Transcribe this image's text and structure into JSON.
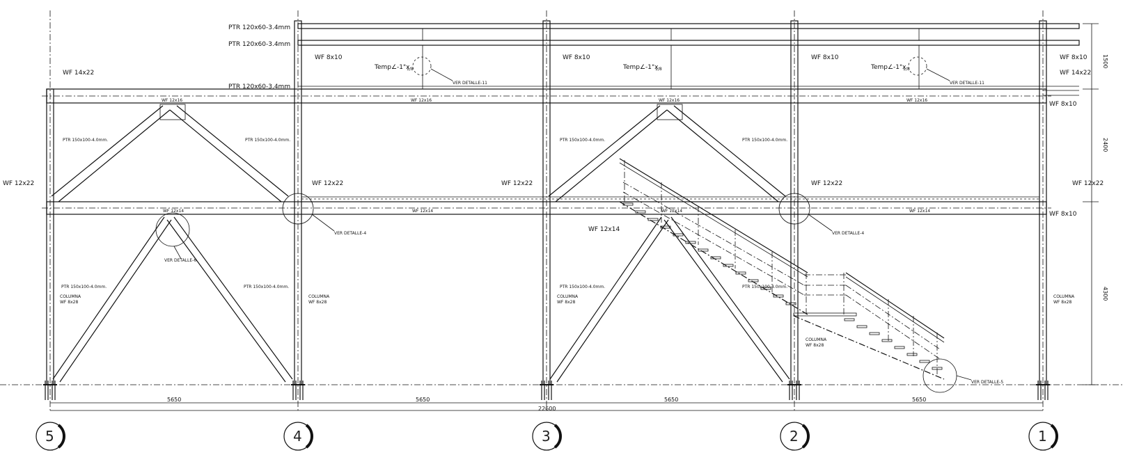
{
  "drawing": {
    "profiles": {
      "ptr_120": "PTR 120x60-3.4mm",
      "wf_8x10": "WF 8x10",
      "wf_14x22": "WF 14x22",
      "wf_12x16": "WF 12x16",
      "wf_12x22": "WF 12x22",
      "wf_12x14": "WF 12x14",
      "ptr_150": "PTR 150x100-4.0mm.",
      "columna": "COLUMNA",
      "wf_8x28": "WF 8x28",
      "temp_angle": "Temp∠-1\"x",
      "temp_frac": "1/8"
    },
    "details": {
      "d11": "VER DETALLE-11",
      "d4": "VER DETALLE-4",
      "d6": "VER DETALLE-6",
      "d5": "VER DETALLE-5"
    },
    "dimensions": {
      "bay": "5650",
      "total": "22600",
      "h_top": "1500",
      "h_mid": "2400",
      "h_low": "4300"
    },
    "axes": [
      "5",
      "4",
      "3",
      "2",
      "1"
    ]
  }
}
